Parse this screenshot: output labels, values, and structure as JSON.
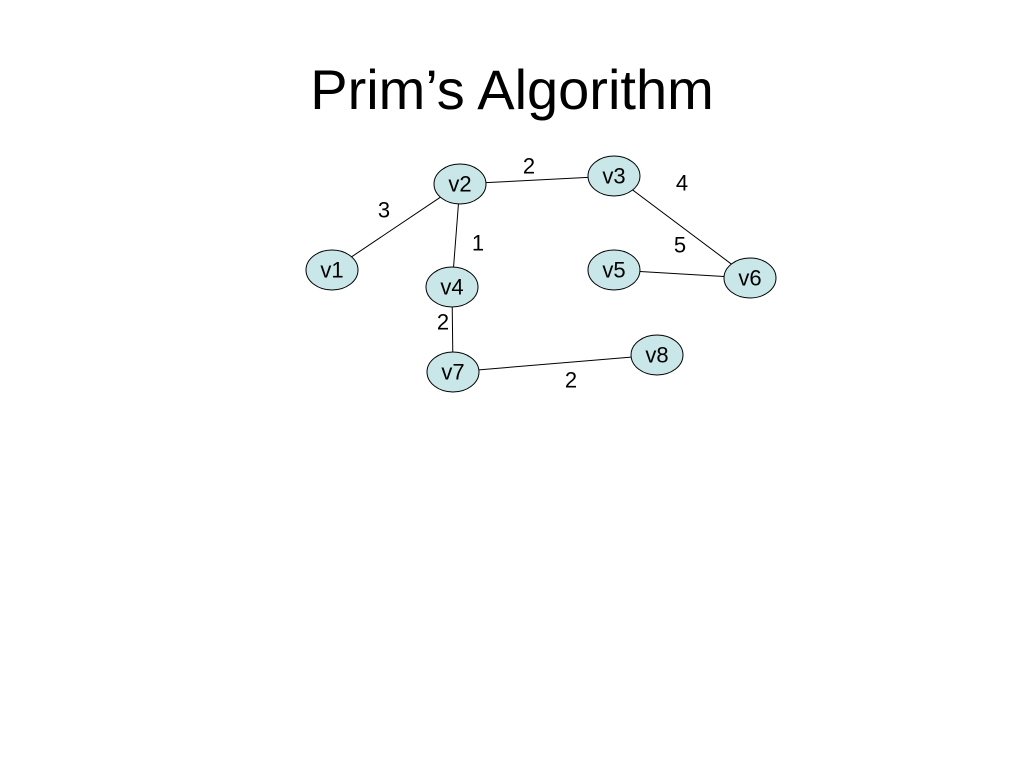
{
  "title": "Prim’s Algorithm",
  "colors": {
    "node_fill": "#c9e6e8",
    "edge": "#000000",
    "text": "#000000"
  },
  "graph": {
    "nodes": [
      {
        "id": "v1",
        "label": "v1"
      },
      {
        "id": "v2",
        "label": "v2"
      },
      {
        "id": "v3",
        "label": "v3"
      },
      {
        "id": "v4",
        "label": "v4"
      },
      {
        "id": "v5",
        "label": "v5"
      },
      {
        "id": "v6",
        "label": "v6"
      },
      {
        "id": "v7",
        "label": "v7"
      },
      {
        "id": "v8",
        "label": "v8"
      }
    ],
    "edges": [
      {
        "from": "v1",
        "to": "v2",
        "weight": "3"
      },
      {
        "from": "v2",
        "to": "v3",
        "weight": "2"
      },
      {
        "from": "v2",
        "to": "v4",
        "weight": "1"
      },
      {
        "from": "v3",
        "to": "v6",
        "weight": "4"
      },
      {
        "from": "v5",
        "to": "v6",
        "weight": "5"
      },
      {
        "from": "v4",
        "to": "v7",
        "weight": "2"
      },
      {
        "from": "v7",
        "to": "v8",
        "weight": "2"
      }
    ]
  }
}
